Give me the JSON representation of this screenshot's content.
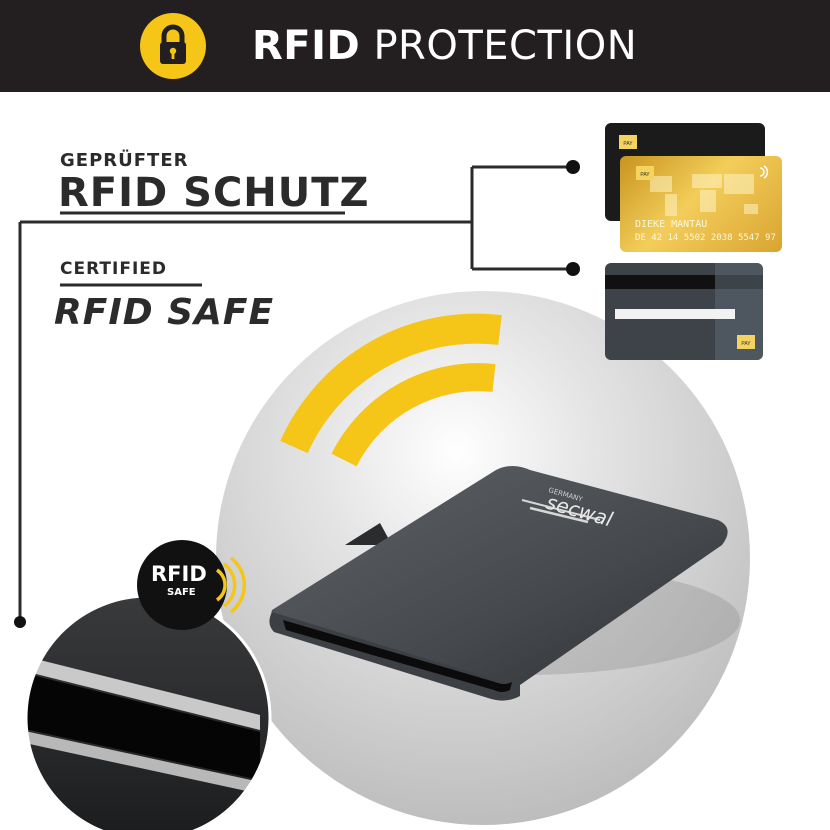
{
  "banner": {
    "title_bold": "RFID",
    "title_light": "PROTECTION",
    "icon": "lock-icon",
    "bg_color": "#231f20",
    "accent_color": "#f5c518"
  },
  "labels": {
    "primary_small": "GEPRÜFTER",
    "primary_big": "RFID SCHUTZ",
    "secondary_small": "CERTIFIED",
    "secondary_big": "RFID SAFE"
  },
  "badge": {
    "main": "RFID",
    "sub": "SAFE"
  },
  "product": {
    "brand": "secwal",
    "brand_sub": "GERMANY"
  },
  "cards": {
    "gold_holder_name": "DIEKE MANTAU",
    "gold_number": "DE 42 14 5502 2038 5547 97",
    "pay_label": "PAY"
  }
}
